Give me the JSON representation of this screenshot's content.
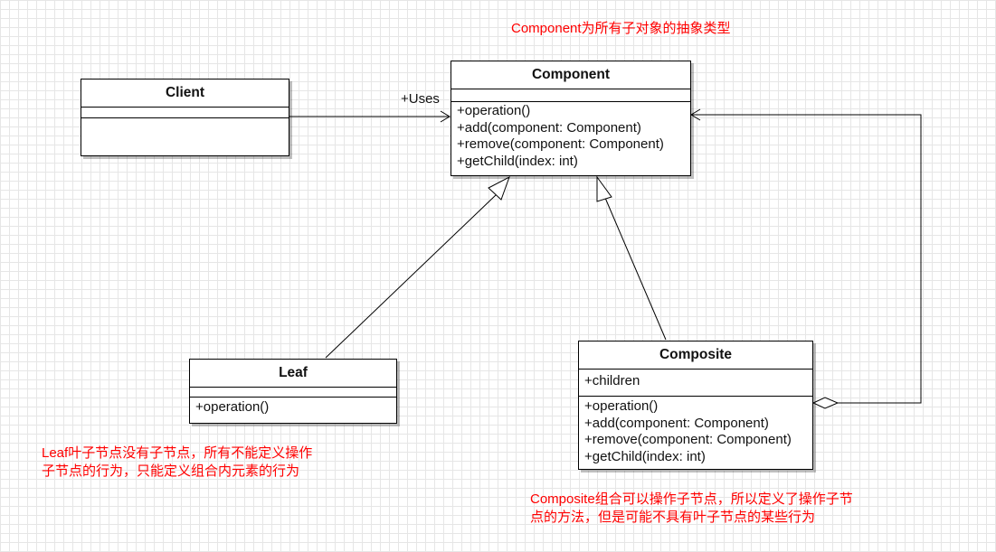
{
  "notes": {
    "component": "Component为所有子对象的抽象类型",
    "leaf_line1": "Leaf叶子节点没有子节点，所有不能定义操作",
    "leaf_line2": "子节点的行为，只能定义组合内元素的行为",
    "composite_line1": "Composite组合可以操作子节点，所以定义了操作子节",
    "composite_line2": "点的方法，但是可能不具有叶子节点的某些行为"
  },
  "classes": {
    "client": {
      "name": "Client",
      "attributes": [],
      "methods": []
    },
    "component": {
      "name": "Component",
      "attributes": [],
      "methods": [
        "+operation()",
        "+add(component: Component)",
        "+remove(component: Component)",
        "+getChild(index: int)"
      ]
    },
    "leaf": {
      "name": "Leaf",
      "attributes": [],
      "methods": [
        "+operation()"
      ]
    },
    "composite": {
      "name": "Composite",
      "attributes": [
        "+children"
      ],
      "methods": [
        "+operation()",
        "+add(component: Component)",
        "+remove(component: Component)",
        "+getChild(index: int)"
      ]
    }
  },
  "relations": {
    "uses_label": "+Uses"
  },
  "colors": {
    "note": "#ff0000",
    "stroke": "#000000",
    "grid": "#e6e6e6"
  }
}
